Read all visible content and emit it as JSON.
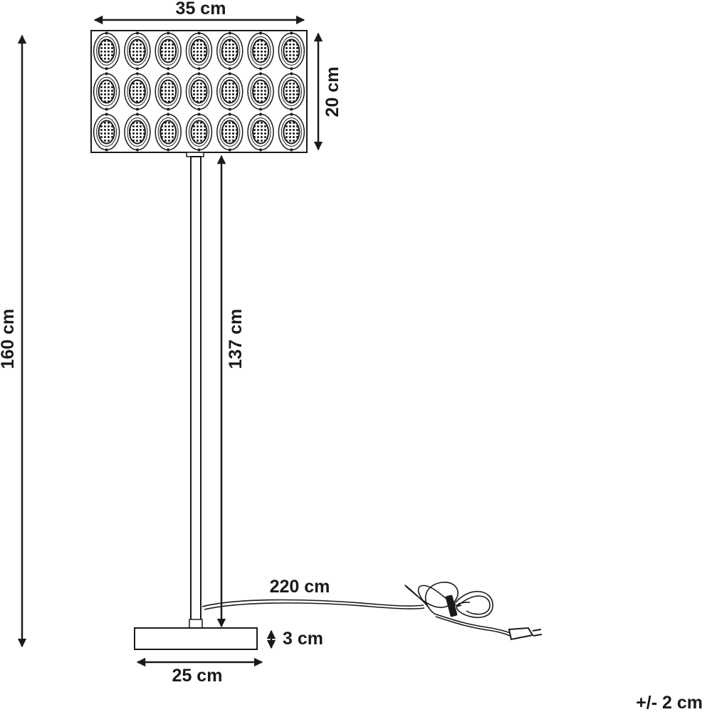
{
  "dimensions": {
    "shade_width": "35 cm",
    "shade_height": "20 cm",
    "total_height": "160 cm",
    "pole_height": "137 cm",
    "cable_length": "220 cm",
    "base_height": "3 cm",
    "base_width": "25 cm",
    "tolerance": "+/- 2 cm"
  },
  "colors": {
    "line": "#1a1a1a",
    "background": "#ffffff"
  }
}
